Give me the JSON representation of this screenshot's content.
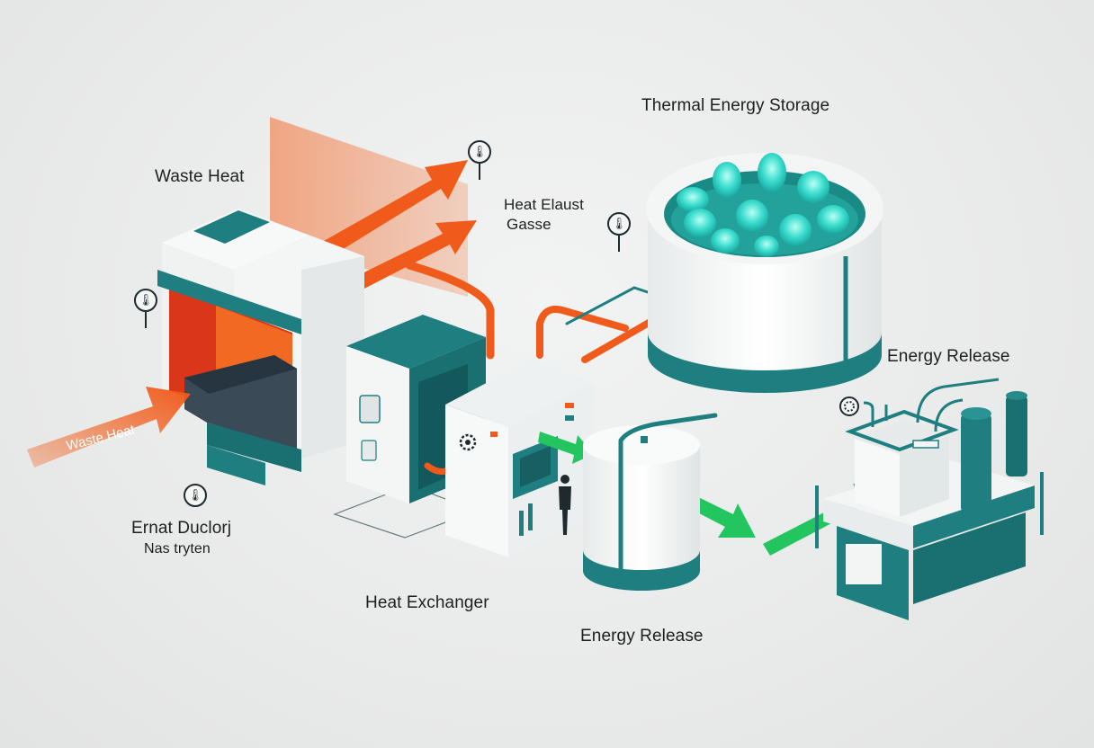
{
  "labels": {
    "waste_heat_top": "Waste Heat",
    "thermal_storage": "Thermal Energy Storage",
    "heat_exhaust_line1": "Heat Elaust",
    "heat_exhaust_line2": "Gasse",
    "energy_release_right": "Energy Release",
    "waste_heat_arrow": "Waste Heat",
    "ernat_line1": "Ernat Duclorj",
    "ernat_line2": "Nas tryten",
    "heat_exchanger": "Heat Exchanger",
    "energy_release_bottom": "Energy Release"
  },
  "icons": {
    "thermometer": "thermometer-icon",
    "gear": "gear-icon",
    "person": "person-icon"
  },
  "colors": {
    "teal": "#1f7f80",
    "teal_dark": "#176a6b",
    "orange": "#f05a1a",
    "green": "#22c55e",
    "glow_cyan": "#3fe3d6",
    "white_body": "#f7f8f8",
    "background": "#e9eaea"
  }
}
